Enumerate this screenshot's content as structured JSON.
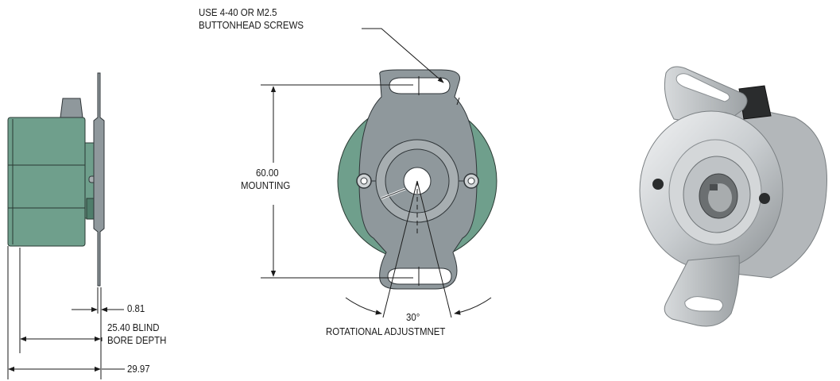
{
  "labels": {
    "screws_line1": "USE 4-40 OR M2.5",
    "screws_line2": "BUTTONHEAD SCREWS",
    "mounting_value": "60.00",
    "mounting_text": "MOUNTING",
    "angle_value": "30°",
    "rotational_text": "ROTATIONAL ADJUSTMNET",
    "dim_flange": "0.81",
    "dim_blind_line1": "25.40  BLIND",
    "dim_blind_line2": "BORE DEPTH",
    "dim_overall": "29.97"
  },
  "colors": {
    "body_green": "#6f9f8c",
    "flange_grey": "#8f989c",
    "line": "#1a1a1a"
  }
}
